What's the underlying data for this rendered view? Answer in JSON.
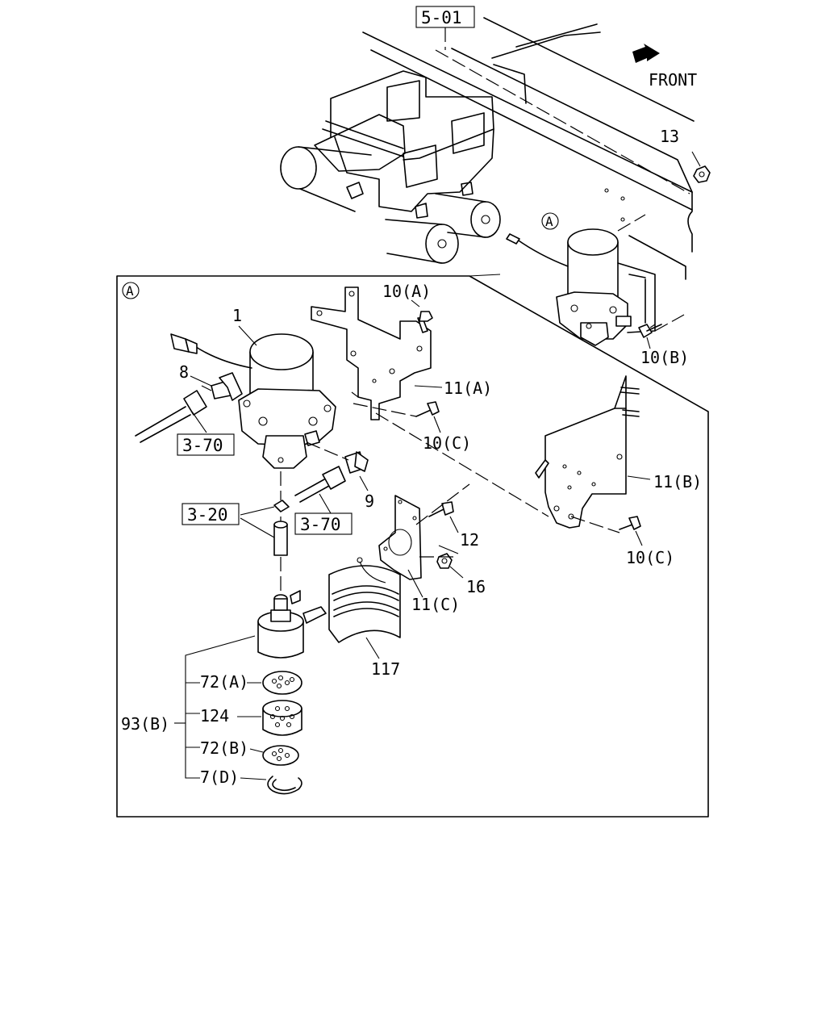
{
  "refs": {
    "top_ref": "5-01",
    "front": "FRONT",
    "view_marker": "A",
    "hose_ref_left": "3-70",
    "hose_ref_right": "3-70",
    "fitting_ref": "3-20"
  },
  "callouts": {
    "p1": "1",
    "p7d": "7(D)",
    "p8": "8",
    "p9": "9",
    "p10a": "10(A)",
    "p10b": "10(B)",
    "p10c_upper": "10(C)",
    "p10c_lower": "10(C)",
    "p11a": "11(A)",
    "p11b": "11(B)",
    "p11c": "11(C)",
    "p12": "12",
    "p13": "13",
    "p16": "16",
    "p72a": "72(A)",
    "p72b": "72(B)",
    "p93b": "93(B)",
    "p117": "117",
    "p124": "124"
  }
}
